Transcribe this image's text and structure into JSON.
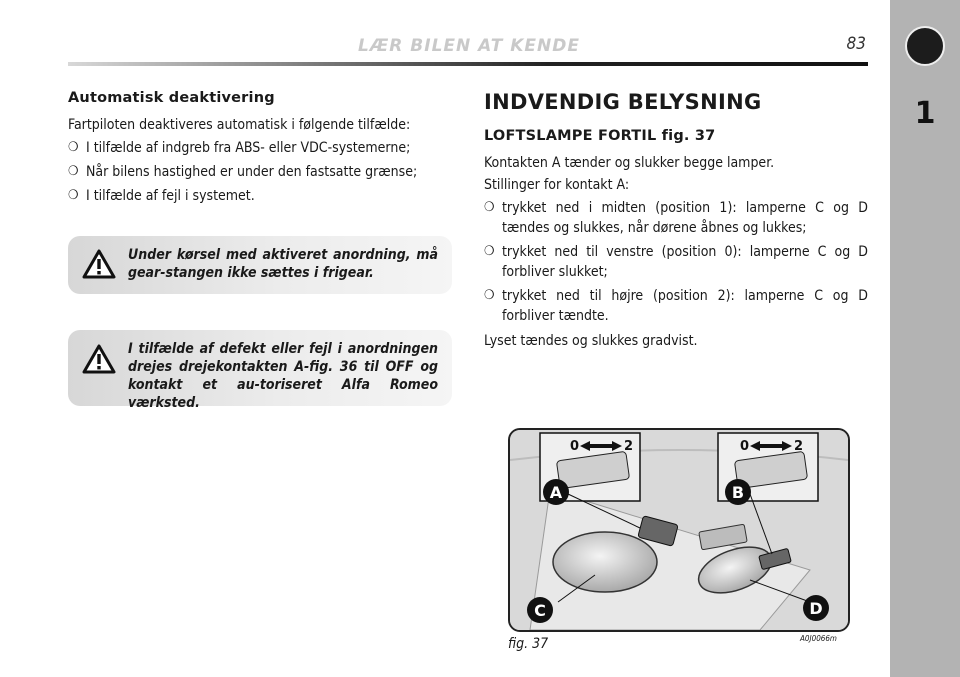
{
  "header": {
    "title": "LÆR BILEN AT KENDE",
    "page_number": "83",
    "chapter": "1"
  },
  "left": {
    "heading": "Automatisk deaktivering",
    "intro": "Fartpiloten deaktiveres automatisk i følgende tilfælde:",
    "bullets": [
      "I tilfælde af indgreb fra ABS- eller VDC-systemerne;",
      "Når bilens hastighed er under den fastsatte grænse;",
      "I tilfælde af fejl i systemet."
    ],
    "bullet_marker": "❍",
    "warnings": [
      "Under kørsel med aktiveret anordning, må gear-stangen ikke sættes i frigear.",
      "I tilfælde af defekt eller fejl i anordningen drejes drejekontakten A-fig. 36 til OFF og kontakt et au-toriseret Alfa Romeo værksted."
    ]
  },
  "right": {
    "title": "INDVENDIG BELYSNING",
    "subheading": "LOFTSLAMPE FORTIL fig. 37",
    "line1": "Kontakten A tænder og slukker begge lamper.",
    "line2": "Stillinger for kontakt A:",
    "bullets": [
      "trykket ned i midten (position 1): lamperne C og D tændes og slukkes, når dørene åbnes og lukkes;",
      "trykket ned til venstre (position 0): lamperne C og D forbliver slukket;",
      "trykket ned til højre (position 2): lamperne C og D forbliver tændte."
    ],
    "closing": "Lyset tændes og slukkes gradvist."
  },
  "figure": {
    "caption": "fig. 37",
    "code": "A0J0066m",
    "labels": {
      "a": "A",
      "b": "B",
      "c": "C",
      "d": "D"
    },
    "switch_left": {
      "pos0": "0",
      "pos2": "2"
    },
    "switch_right": {
      "pos0": "0",
      "pos2": "2"
    }
  }
}
